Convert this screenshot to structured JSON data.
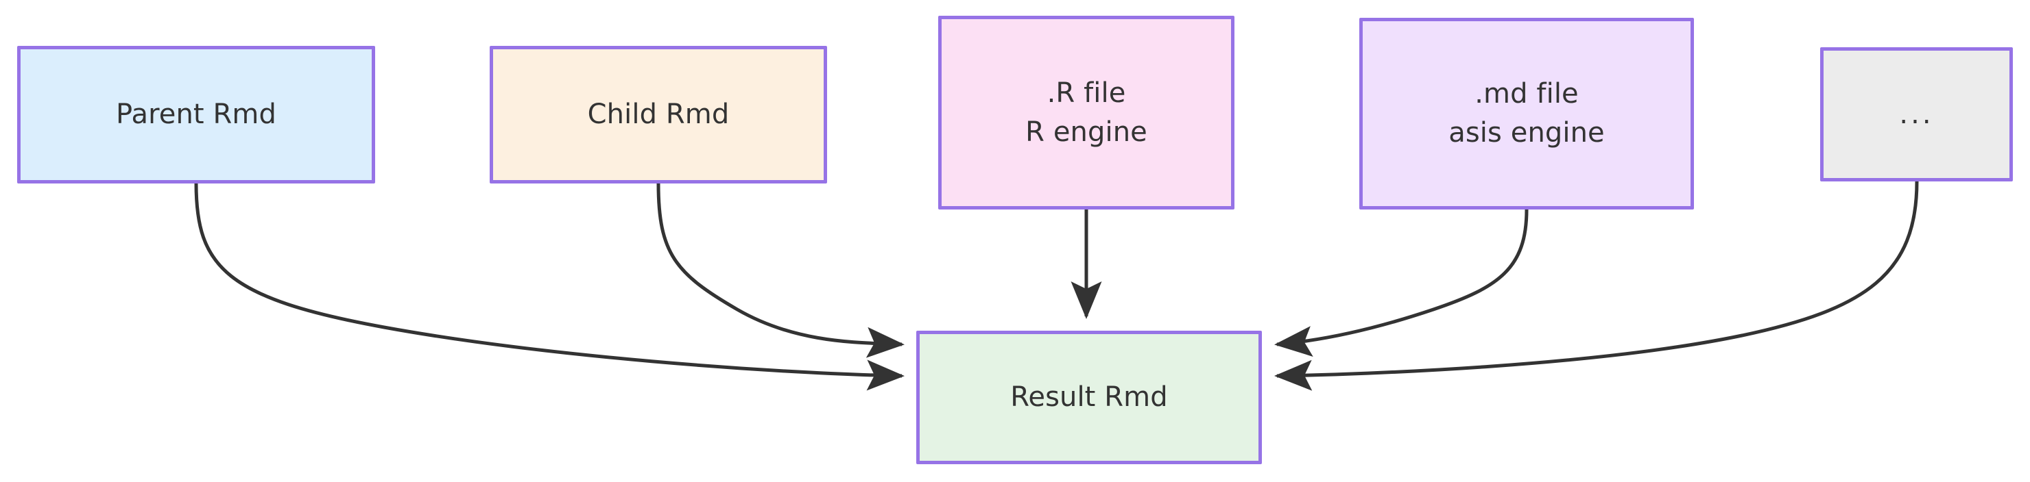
{
  "diagram": {
    "type": "flowchart",
    "direction": "top-down",
    "background_color": "#ffffff",
    "node_border_color": "#9673e6",
    "edge_color": "#333333",
    "text_color": "#333333",
    "nodes": [
      {
        "id": "parent-rmd",
        "label": "Parent Rmd",
        "lines": [
          "Parent Rmd"
        ],
        "fill": "#dbeefd"
      },
      {
        "id": "child-rmd",
        "label": "Child Rmd",
        "lines": [
          "Child Rmd"
        ],
        "fill": "#fdf0e0"
      },
      {
        "id": "r-file",
        "label": ".R file R engine",
        "lines": [
          ".R file",
          "R engine"
        ],
        "fill": "#fce0f4"
      },
      {
        "id": "md-file",
        "label": ".md file asis engine",
        "lines": [
          ".md file",
          "asis engine"
        ],
        "fill": "#f0e0fd"
      },
      {
        "id": "ellipsis",
        "label": "...",
        "lines": [
          "..."
        ],
        "fill": "#ececec"
      },
      {
        "id": "result-rmd",
        "label": "Result Rmd",
        "lines": [
          "Result Rmd"
        ],
        "fill": "#e4f3e4"
      }
    ],
    "edges": [
      {
        "from": "parent-rmd",
        "to": "result-rmd",
        "arrow": "arrowhead",
        "label": ""
      },
      {
        "from": "child-rmd",
        "to": "result-rmd",
        "arrow": "arrowhead",
        "label": ""
      },
      {
        "from": "r-file",
        "to": "result-rmd",
        "arrow": "arrowhead",
        "label": ""
      },
      {
        "from": "md-file",
        "to": "result-rmd",
        "arrow": "arrowhead",
        "label": ""
      },
      {
        "from": "ellipsis",
        "to": "result-rmd",
        "arrow": "arrowhead",
        "label": ""
      }
    ]
  }
}
